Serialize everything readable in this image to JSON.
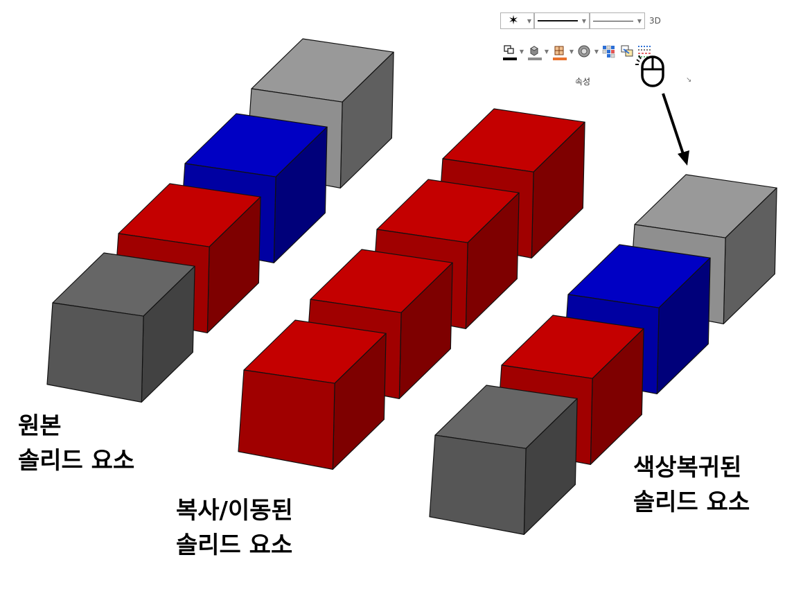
{
  "captions": {
    "original": {
      "line1": "원본",
      "line2": "솔리드 요소"
    },
    "copied": {
      "line1": "복사/이동된",
      "line2": "솔리드 요소"
    },
    "restored": {
      "line1": "색상복귀된",
      "line2": "솔리드 요소"
    }
  },
  "toolbar": {
    "point_style_symbol": "✶",
    "mode_3d": "3D",
    "group_label": "속성",
    "launcher_symbol": "↘",
    "icons": [
      "point-color-icon",
      "solid-color-icon",
      "surface-color-icon",
      "texture-icon",
      "restore-color-icon",
      "copy-attributes-icon",
      "line-properties-icon"
    ]
  },
  "colors": {
    "dark_gray_top": "#666666",
    "dark_gray_front": "#565656",
    "dark_gray_side": "#424242",
    "light_gray_top": "#999999",
    "light_gray_front": "#8f8f8f",
    "light_gray_side": "#5f5f5f",
    "red_top": "#c40000",
    "red_front": "#a00000",
    "red_side": "#7e0000",
    "blue_top": "#0000c4",
    "blue_front": "#0000a2",
    "blue_side": "#00007a",
    "edge": "#111111"
  },
  "groups": [
    {
      "name": "original",
      "cubes": [
        "light_gray",
        "blue",
        "red",
        "dark_gray"
      ]
    },
    {
      "name": "copied",
      "cubes": [
        "red",
        "red",
        "red",
        "red"
      ]
    },
    {
      "name": "restored",
      "cubes": [
        "light_gray",
        "blue",
        "red",
        "dark_gray"
      ]
    }
  ]
}
